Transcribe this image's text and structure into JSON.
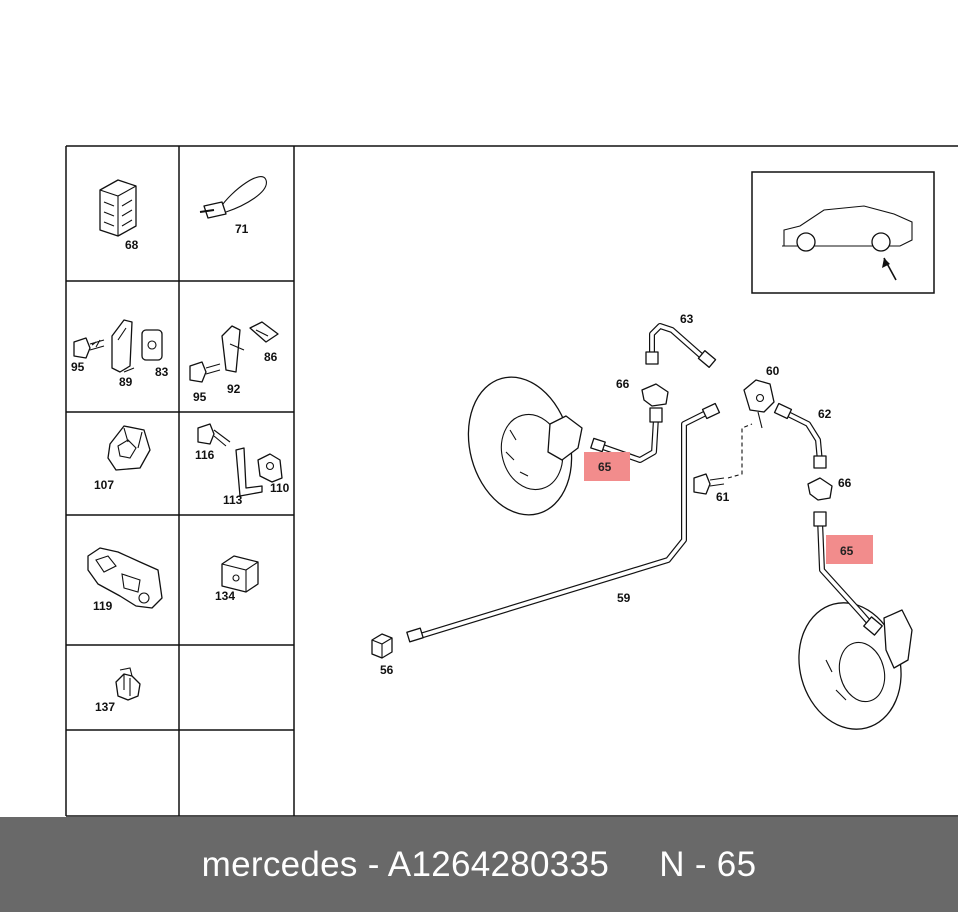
{
  "parts_panel": {
    "cells": [
      {
        "labels": [
          "68"
        ]
      },
      {
        "labels": [
          "71"
        ]
      },
      {
        "labels": [
          "95",
          "89",
          "83"
        ]
      },
      {
        "labels": [
          "86",
          "95",
          "92"
        ]
      },
      {
        "labels": [
          "107"
        ]
      },
      {
        "labels": [
          "116",
          "113",
          "110"
        ]
      },
      {
        "labels": [
          "119"
        ]
      },
      {
        "labels": [
          "134"
        ]
      },
      {
        "labels": [
          "137"
        ]
      }
    ]
  },
  "main": {
    "labels": {
      "p63": "63",
      "p66a": "66",
      "p60": "60",
      "p62": "62",
      "p61": "61",
      "p66b": "66",
      "p59": "59",
      "p56": "56"
    },
    "highlights": [
      {
        "label": "65",
        "color": "#f28c8c"
      },
      {
        "label": "65",
        "color": "#f28c8c"
      }
    ]
  },
  "footer": {
    "text": "mercedes - A1264280335     N - 65"
  }
}
